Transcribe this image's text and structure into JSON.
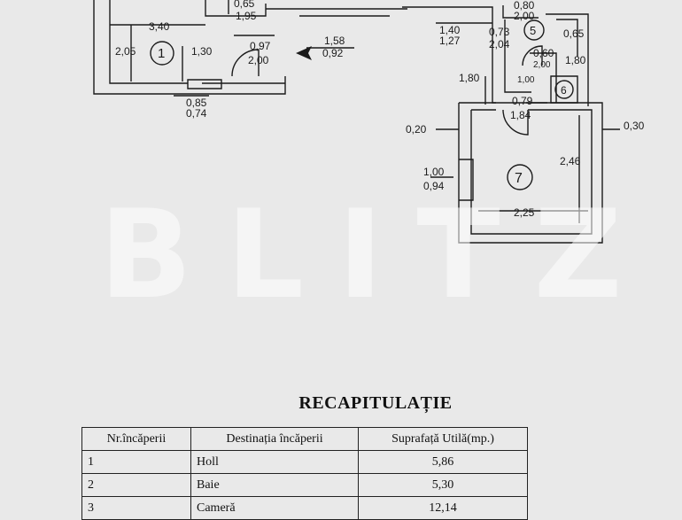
{
  "floor_plan": {
    "room_markers": [
      "1",
      "5",
      "6",
      "7"
    ],
    "dimensions": [
      "3,40",
      "2,05",
      "1,30",
      "0,65",
      "1,95",
      "1,58",
      "0,92",
      "0,97",
      "2,00",
      "0,85",
      "0,74",
      "1,40",
      "1,27",
      "0,80",
      "2,00",
      "0,73",
      "2,04",
      "0,65",
      "0,60",
      "2,00",
      "1,80",
      "1,00",
      "1,80",
      "0,79",
      "1,84",
      "0,20",
      "0,30",
      "2,46",
      "1,00",
      "0,94",
      "2,25"
    ]
  },
  "watermark": "BLITZ",
  "recap": {
    "title": "RECAPITULAȚIE",
    "headers": [
      "Nr.încăperii",
      "Destinația încăperii",
      "Suprafață Utilă(mp.)"
    ],
    "rows": [
      [
        "1",
        "Holl",
        "5,86"
      ],
      [
        "2",
        "Baie",
        "5,30"
      ],
      [
        "3",
        "Cameră",
        "12,14"
      ]
    ]
  }
}
